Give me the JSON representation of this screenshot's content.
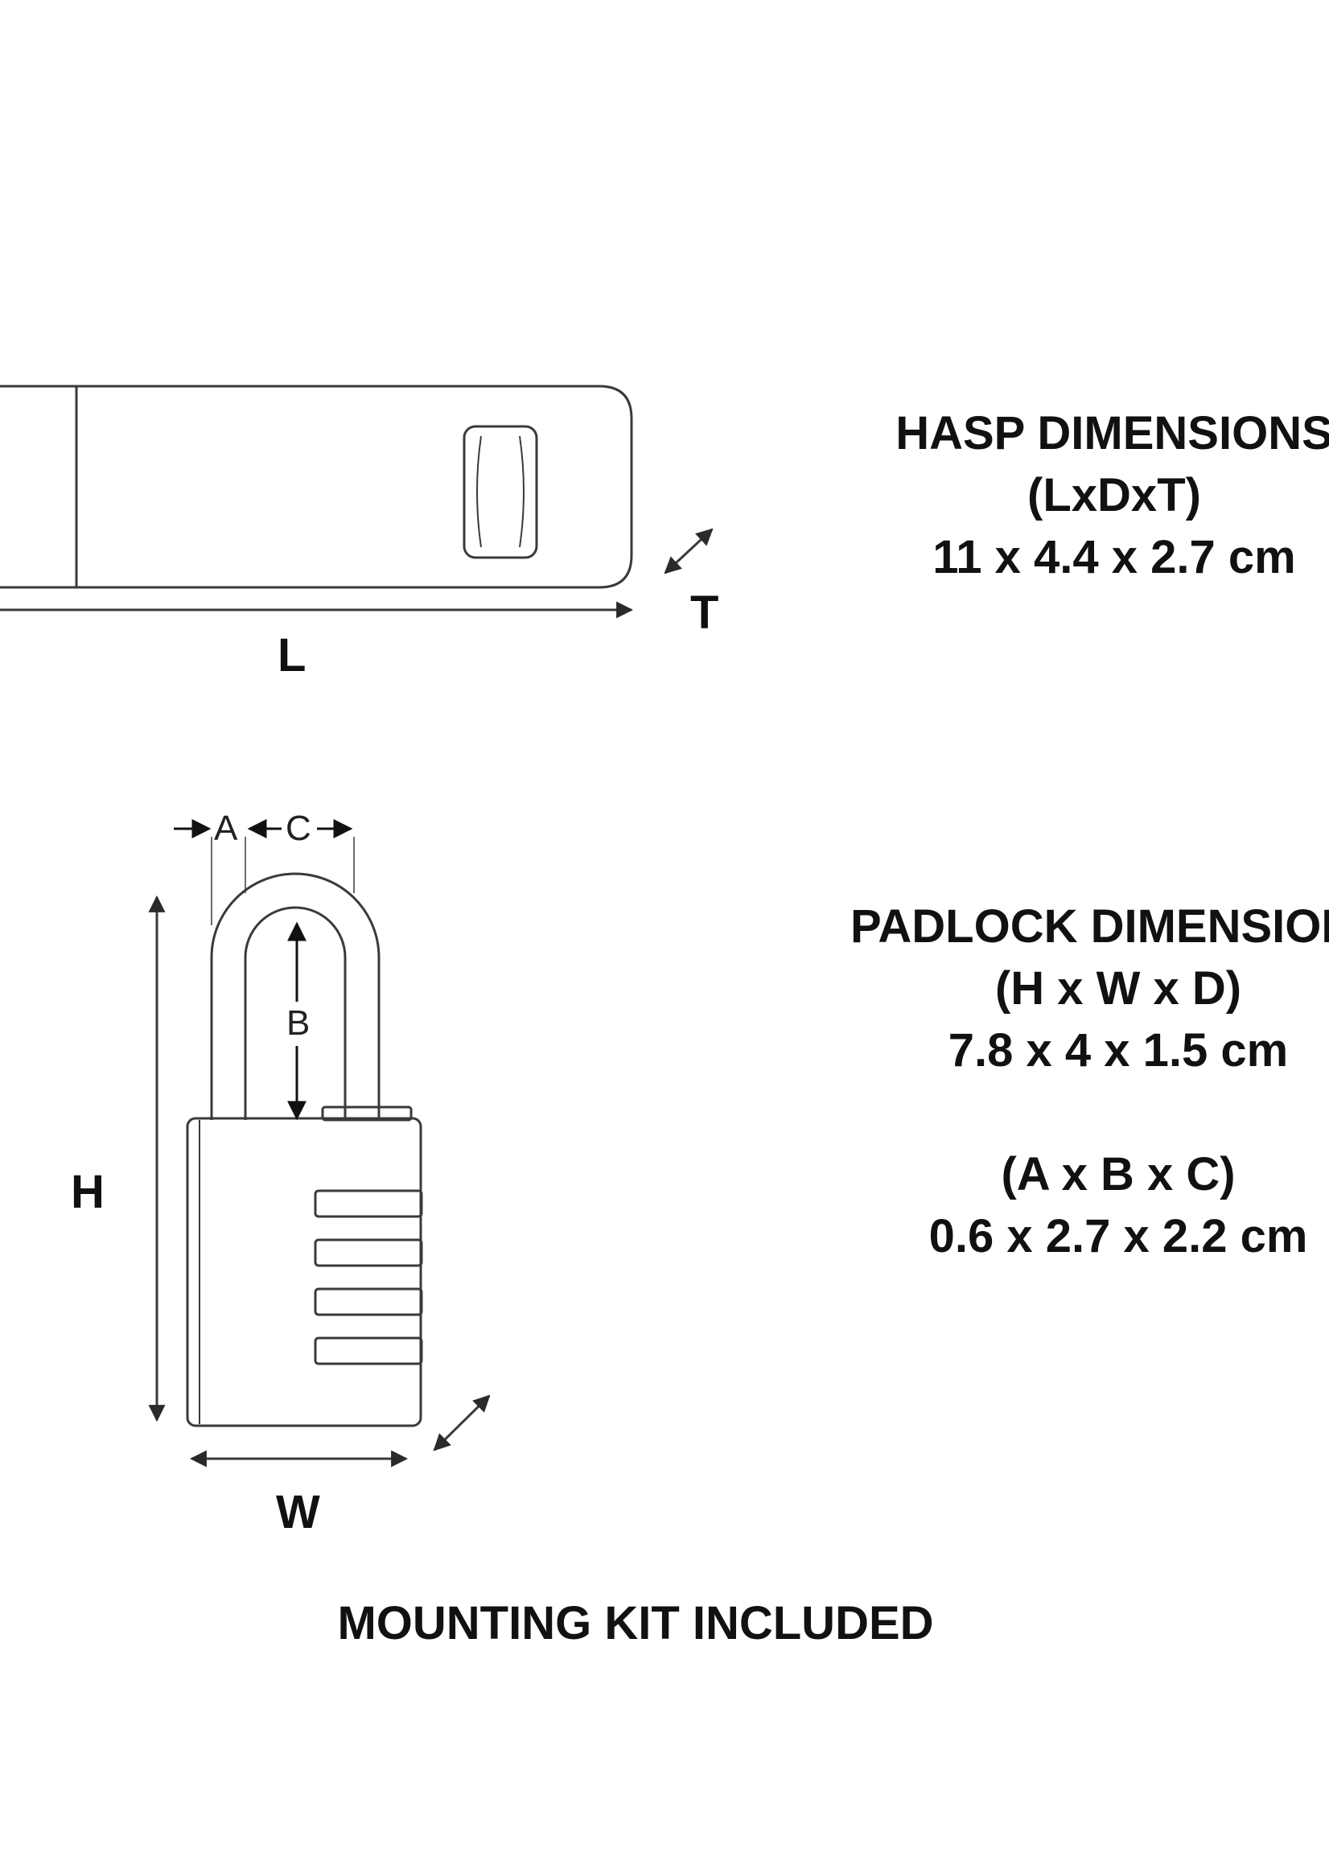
{
  "hasp": {
    "title": "HASP DIMENSIONS",
    "axes_label": "(LxDxT)",
    "size": "11 x 4.4 x 2.7 cm",
    "label_l": "L",
    "label_t": "T"
  },
  "padlock": {
    "title": "PADLOCK DIMENSIONS",
    "axes_label_1": "(H x W x D)",
    "size_1": "7.8 x 4 x 1.5 cm",
    "axes_label_2": "(A x B x C)",
    "size_2": "0.6 x 2.7 x 2.2 cm",
    "label_h": "H",
    "label_w": "W",
    "label_a": "A",
    "label_b": "B",
    "label_c": "C"
  },
  "footer": "MOUNTING KIT INCLUDED",
  "colors": {
    "line": "#3a3a3a",
    "text": "#111111",
    "background": "#ffffff"
  }
}
